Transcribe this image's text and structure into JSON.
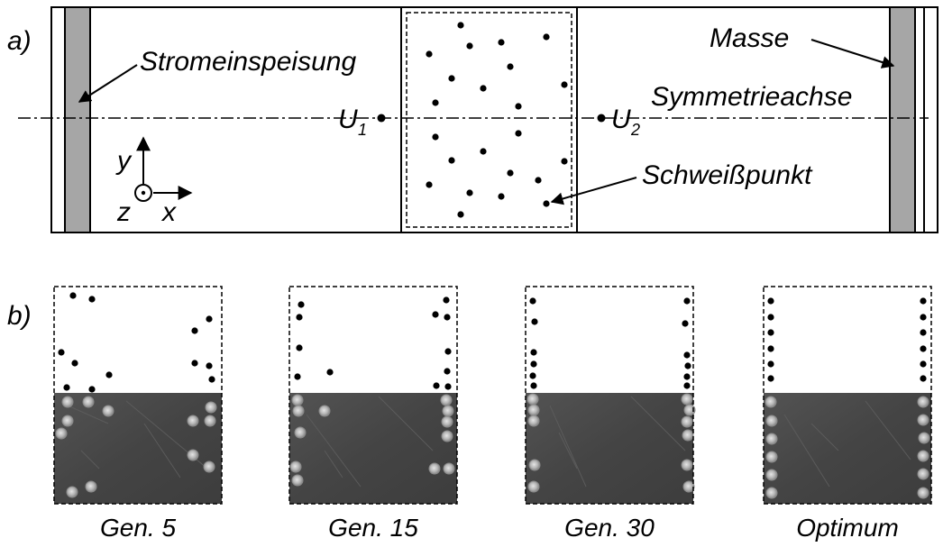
{
  "panel_a": {
    "label": "a)",
    "annotations": {
      "current_feed": "Stromeinspeisung",
      "ground": "Masse",
      "symmetry_axis": "Symmetrieachse",
      "weld_point": "Schweißpunkt"
    },
    "probes": {
      "u1": "U",
      "u1_sub": "1",
      "u2": "U",
      "u2_sub": "2"
    },
    "axes": {
      "x": "x",
      "y": "y",
      "z": "z"
    }
  },
  "panel_b": {
    "label": "b)",
    "generations": [
      {
        "caption": "Gen. 5"
      },
      {
        "caption": "Gen. 15"
      },
      {
        "caption": "Gen. 30"
      },
      {
        "caption": "Optimum"
      }
    ]
  },
  "colors": {
    "electrode": "#a6a6a6",
    "photo": "#4a4a4a",
    "weld_spot": "#c9c9c9",
    "ink": "#000000"
  }
}
